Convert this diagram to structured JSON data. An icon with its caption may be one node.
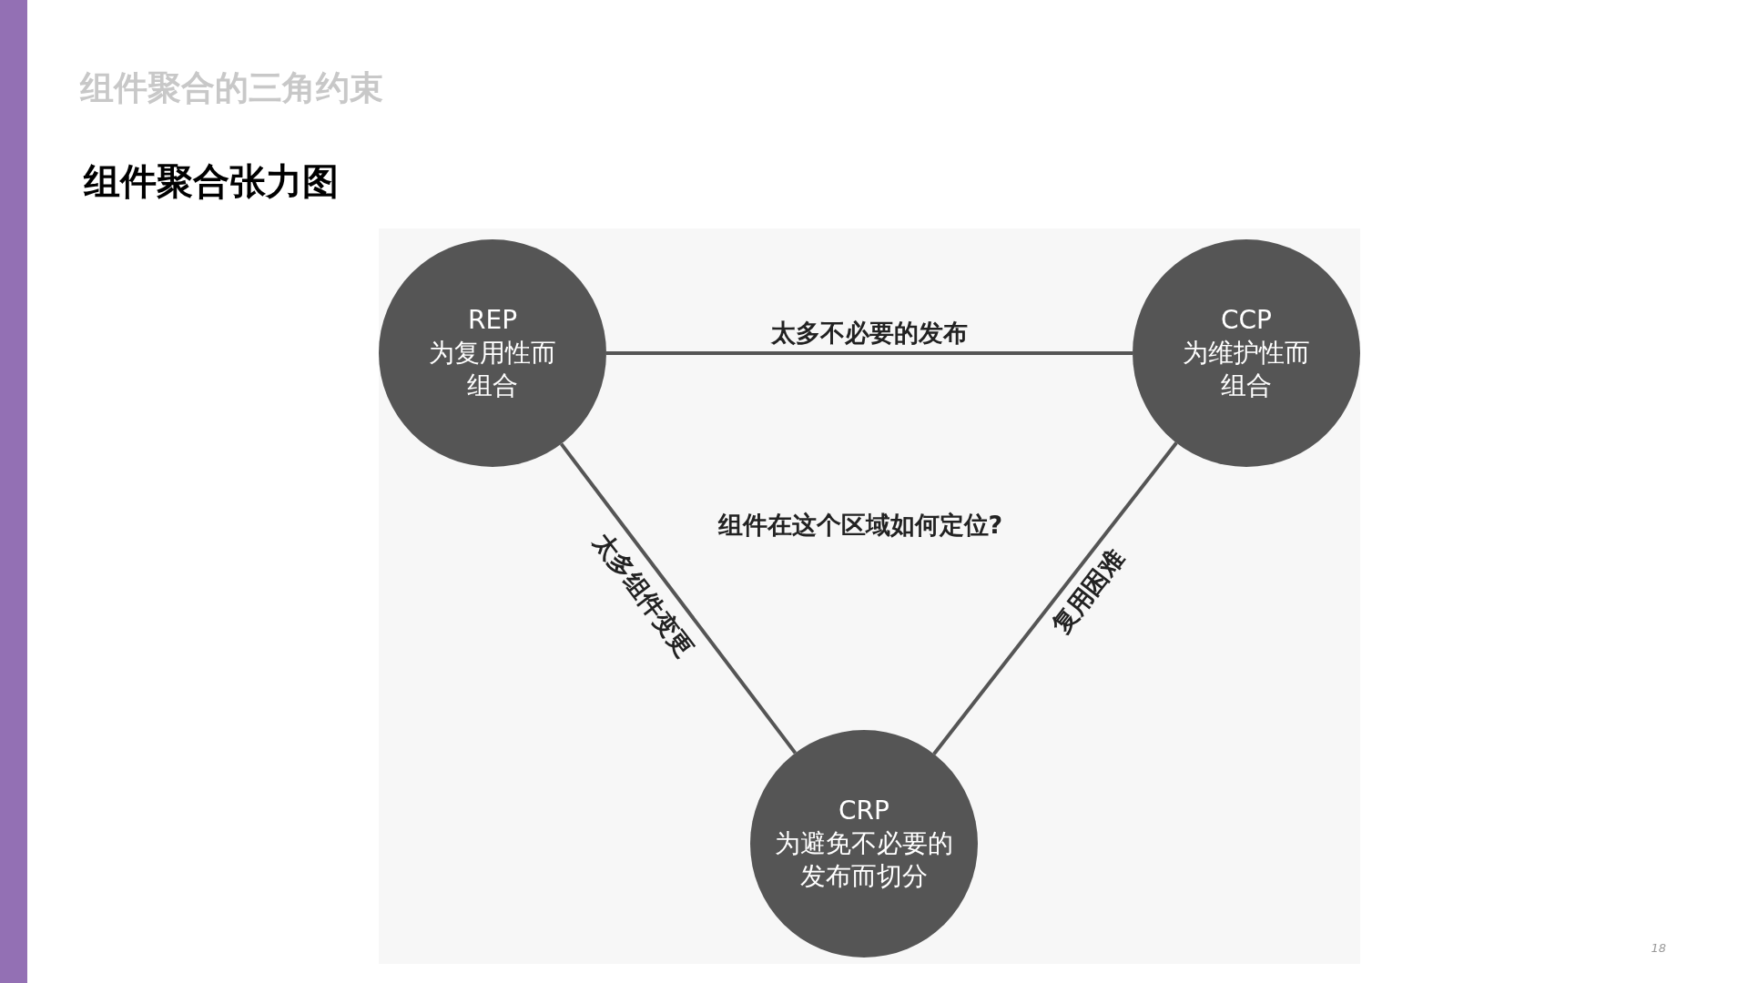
{
  "diagram": {
    "title": "组件聚合的三角约束",
    "caption": "组件聚合张力图",
    "nodes": [
      {
        "text": [
          "REP",
          "为复用性而组合"
        ]
      },
      {
        "text": [
          "CCP",
          "为维护性而组合"
        ]
      },
      {
        "text": [
          "CRP",
          "为避免不必要的发布而切分"
        ]
      },
      {
        "text": [],
        "shape": "bar"
      }
    ],
    "edges": [
      {
        "from": 0,
        "to": 1,
        "arrow": "none",
        "label": "太多不必要的发布"
      },
      {
        "from": 0,
        "to": 2,
        "arrow": "none",
        "label": "太多组件变更"
      },
      {
        "from": 1,
        "to": 2,
        "arrow": "none",
        "label": "复用困难"
      }
    ],
    "labels": [
      "组件在这个区域如何定位?",
      "18"
    ]
  }
}
